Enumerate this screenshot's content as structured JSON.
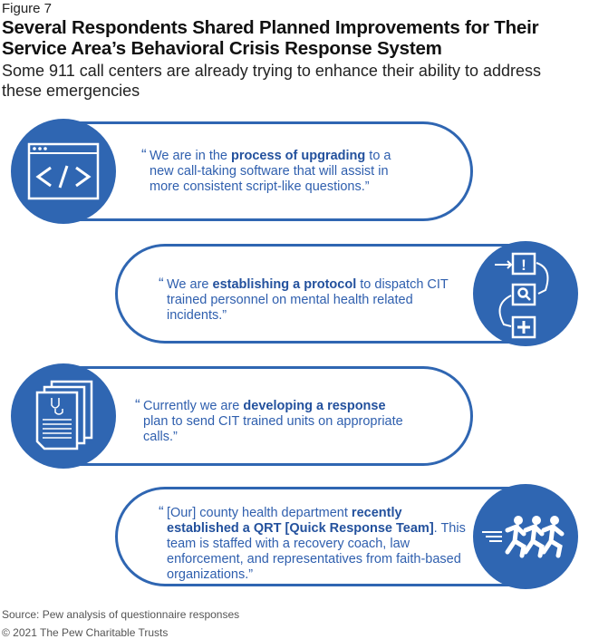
{
  "figure_label": "Figure 7",
  "title": "Several Respondents Shared Planned Improvements for Their Service Area’s Behavioral Crisis Response System",
  "subtitle": "Some 911 call centers are already trying to enhance their ability to address these emergencies",
  "open_quote": "“",
  "quotes": [
    {
      "icon": "code-window-icon",
      "segments": [
        {
          "text": "We are in the ",
          "bold": false
        },
        {
          "text": "process of upgrading",
          "bold": true
        },
        {
          "text": " to a new call-taking software that will assist in more consistent script-like questions.”",
          "bold": false
        }
      ]
    },
    {
      "icon": "workflow-steps-icon",
      "segments": [
        {
          "text": "We are ",
          "bold": false
        },
        {
          "text": "establishing a protocol",
          "bold": true
        },
        {
          "text": " to dispatch CIT trained personnel on mental health related incidents.”",
          "bold": false
        }
      ]
    },
    {
      "icon": "medical-documents-icon",
      "segments": [
        {
          "text": "Currently we are ",
          "bold": false
        },
        {
          "text": "developing a response",
          "bold": true
        },
        {
          "text": " plan to send CIT trained units on appropriate calls.”",
          "bold": false
        }
      ]
    },
    {
      "icon": "running-team-icon",
      "segments": [
        {
          "text": "[Our] county health department ",
          "bold": false
        },
        {
          "text": "recently established a QRT [Quick Response Team]",
          "bold": true
        },
        {
          "text": ". This team is staffed with a recovery coach, law enforcement, and representatives from faith-based organizations.”",
          "bold": false
        }
      ]
    }
  ],
  "source": "Source: Pew analysis of questionnaire responses",
  "copyright": "© 2021 The Pew Charitable Trusts",
  "colors": {
    "accent": "#2f66b2",
    "text": "#2f5fae"
  }
}
